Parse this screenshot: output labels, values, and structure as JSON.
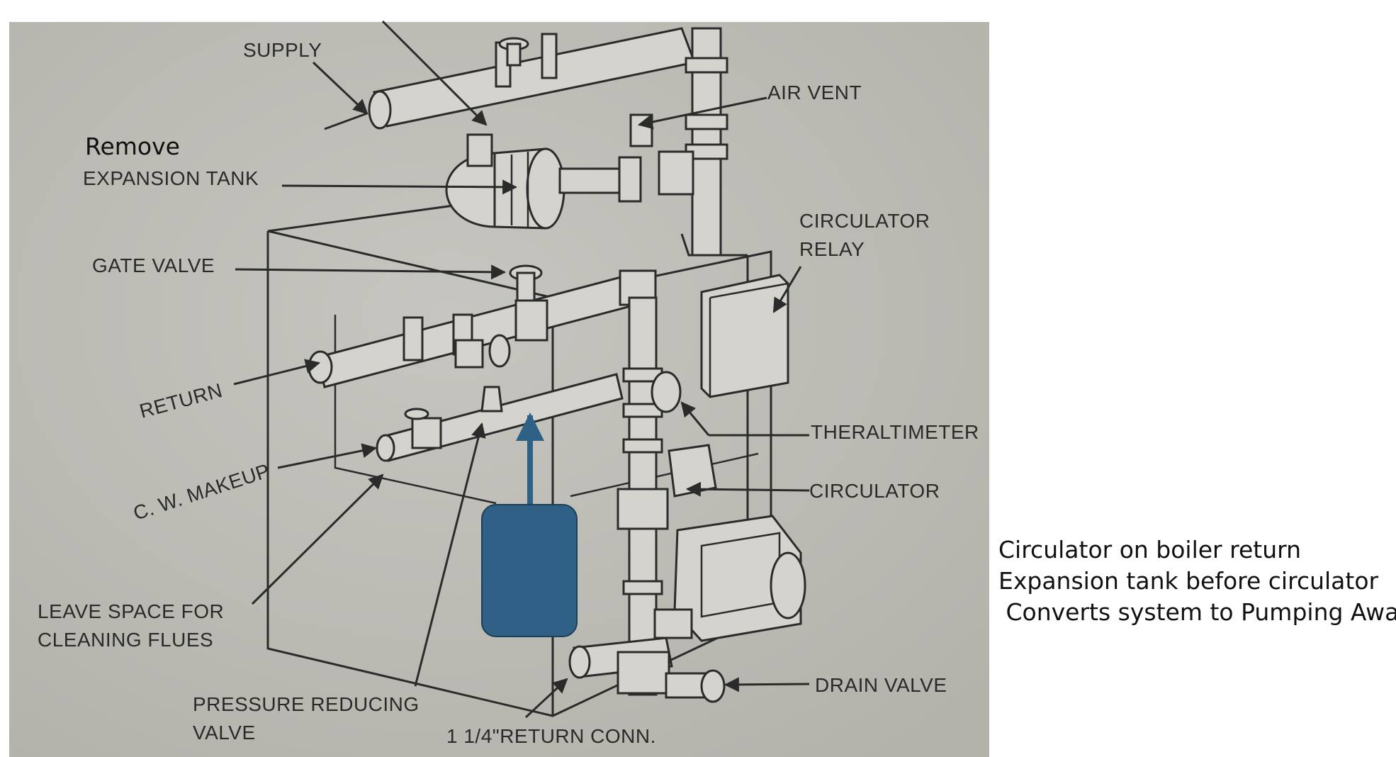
{
  "diagram": {
    "labels": {
      "supply": "SUPPLY",
      "air_vent": "AIR VENT",
      "remove": "Remove",
      "expansion_tank": "EXPANSION TANK",
      "circulator_relay_1": "CIRCULATOR",
      "circulator_relay_2": "RELAY",
      "gate_valve": "GATE VALVE",
      "return": "RETURN",
      "theraltimeter": "THERALTIMETER",
      "cw_makeup": "C. W. MAKEUP",
      "circulator": "CIRCULATOR",
      "leave_space_1": "LEAVE SPACE FOR",
      "leave_space_2": "CLEANING FLUES",
      "drain_valve": "DRAIN VALVE",
      "pressure_reducing_1": "PRESSURE REDUCING",
      "pressure_reducing_2": "VALVE",
      "return_conn": "1 1/4\"RETURN CONN."
    },
    "new_tank_color": "#2e6185",
    "photo_background": "#bdbcb6"
  },
  "notes": [
    "Circulator on boiler return",
    "Expansion tank before circulator",
    " Converts system to Pumping Away"
  ]
}
